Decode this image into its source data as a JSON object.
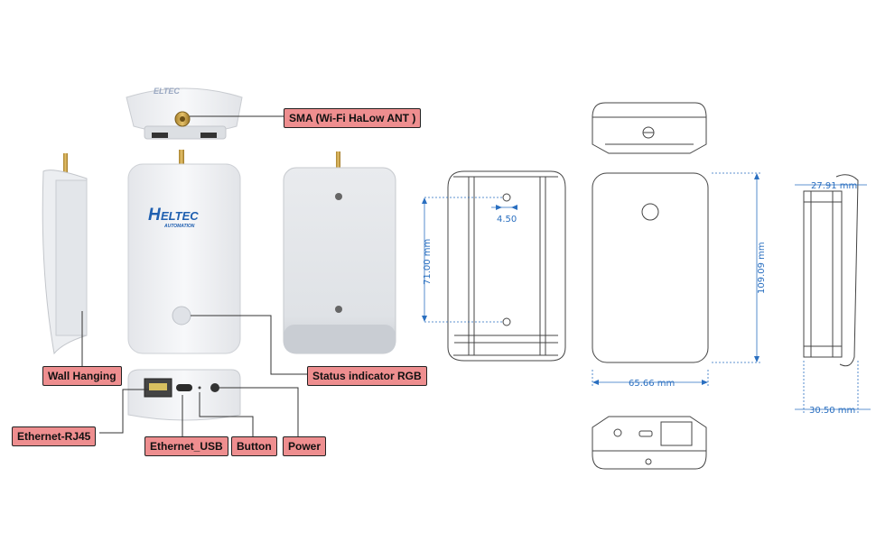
{
  "brand": {
    "name": "ELTEC",
    "subtitle": "AUTOMATION",
    "logo_letter": "H"
  },
  "callouts": {
    "sma": "SMA (Wi-Fi HaLow ANT )",
    "status": "Status indicator RGB",
    "wall": "Wall Hanging",
    "rj45": "Ethernet-RJ45",
    "usb": "Ethernet_USB",
    "button": "Button",
    "power": "Power"
  },
  "dimensions": {
    "hole_spacing": "4.50",
    "hole_pitch": "71.00 mm",
    "height": "109.09 mm",
    "width": "65.66 mm",
    "depth_top": "27.91 mm",
    "depth_bottom": "30.50 mm"
  },
  "colors": {
    "callout_fill": "#ee8e8f",
    "dimension": "#2a6fc0",
    "logo": "#1f5fb0"
  }
}
